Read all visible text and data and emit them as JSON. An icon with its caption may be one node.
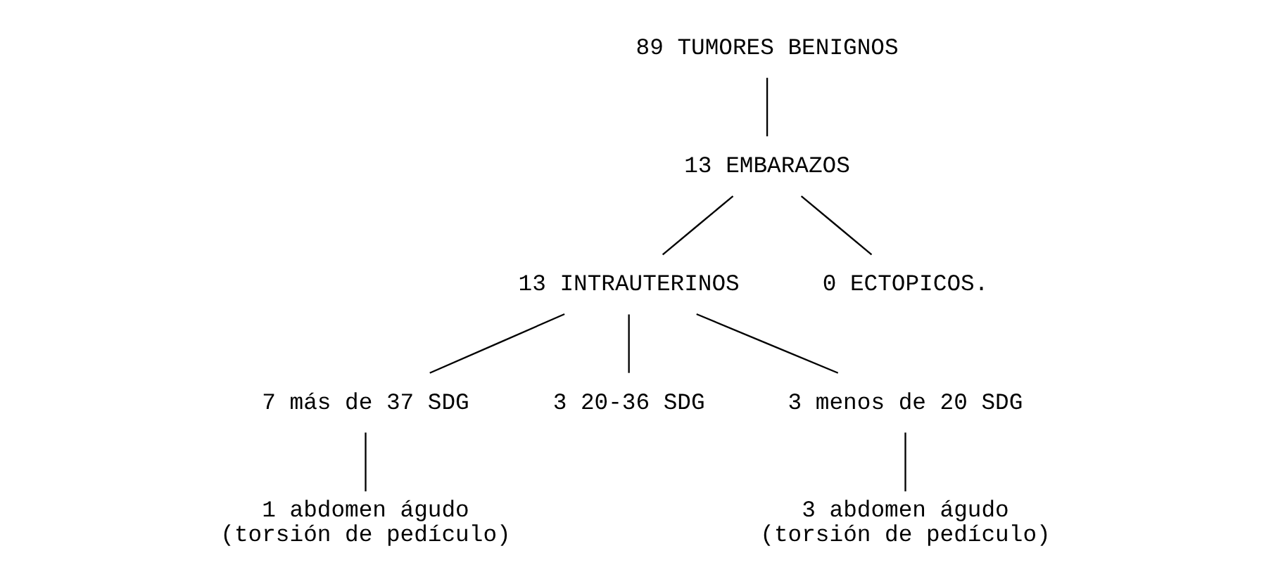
{
  "diagram": {
    "nodes": [
      {
        "text": [
          "89 TUMORES BENIGNOS"
        ]
      },
      {
        "text": [
          "13 EMBARAZOS"
        ]
      },
      {
        "text": [
          "13 INTRAUTERINOS"
        ]
      },
      {
        "text": [
          "0 ECTOPICOS."
        ]
      },
      {
        "text": [
          "7 más de 37 SDG"
        ]
      },
      {
        "text": [
          "3 20-36 SDG"
        ]
      },
      {
        "text": [
          "3 menos de 20 SDG"
        ]
      },
      {
        "text": [
          "1 abdomen águdo",
          "(torsión de pedículo)"
        ]
      },
      {
        "text": [
          "3 abdomen águdo",
          "(torsión de pedículo)"
        ]
      }
    ],
    "edges": [
      {
        "from": 0,
        "to": 1,
        "arrow": "none"
      },
      {
        "from": 1,
        "to": 2,
        "arrow": "none"
      },
      {
        "from": 1,
        "to": 3,
        "arrow": "none"
      },
      {
        "from": 2,
        "to": 4,
        "arrow": "none"
      },
      {
        "from": 2,
        "to": 5,
        "arrow": "none"
      },
      {
        "from": 2,
        "to": 6,
        "arrow": "none"
      },
      {
        "from": 4,
        "to": 7,
        "arrow": "none"
      },
      {
        "from": 6,
        "to": 8,
        "arrow": "none"
      }
    ]
  }
}
